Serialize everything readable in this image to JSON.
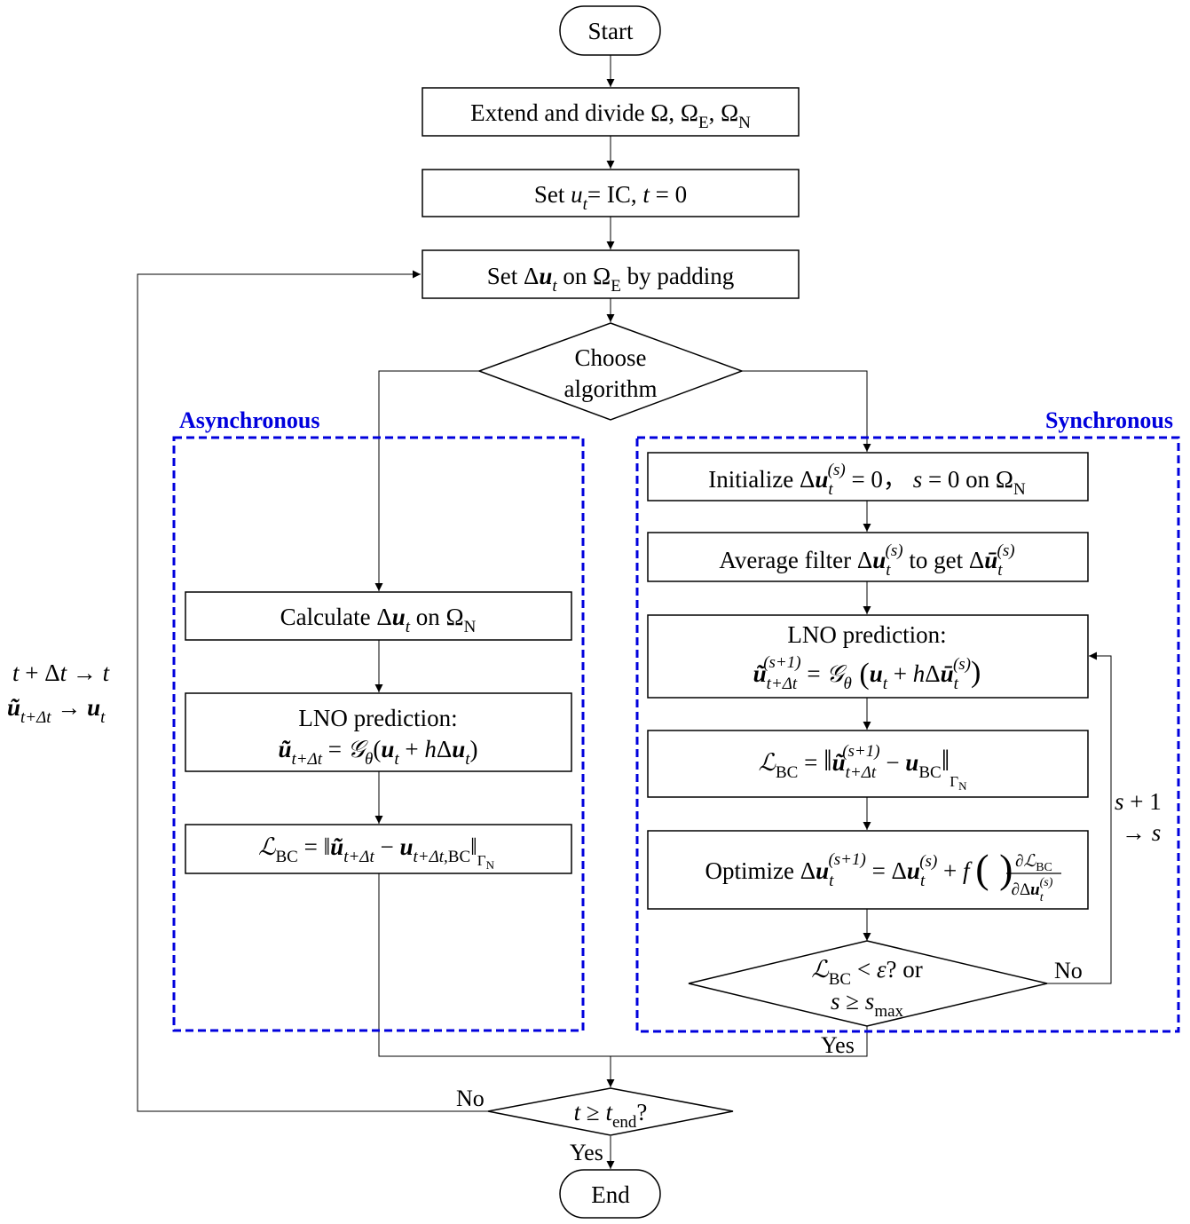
{
  "nodes": {
    "start": "Start",
    "extend": "Extend and divide Ω, ΩE, ΩN",
    "set_ic": "Set ut= IC, t = 0",
    "set_padding": "Set Δut on ΩE by padding",
    "choose_line1": "Choose",
    "choose_line2": "algorithm",
    "async_calc": "Calculate Δut on ΩN",
    "async_lno_title": "LNO prediction:",
    "async_lno_formula": "ũt+Δt = 𝒢θ(ut + hΔut)",
    "async_loss": "ℒBC = ‖ũt+Δt − ut+Δt,BC‖ΓN",
    "sync_init": "Initialize Δut(s) = 0， s = 0 on ΩN",
    "sync_filter": "Average filter Δut(s) to get Δūt(s)",
    "sync_lno_title": "LNO prediction:",
    "sync_lno_formula": "ũt+Δt(s+1) = 𝒢θ(ut + hΔūt(s))",
    "sync_loss": "ℒBC = ‖ũt+Δt(s+1) − uBC‖ΓN",
    "sync_optimize": "Optimize Δut(s+1) = Δut(s) + f(∂ℒBC/∂Δut(s))",
    "sync_check_line1": "ℒBC < ε? or",
    "sync_check_line2": "s ≥ smax",
    "time_check": "t ≥ tend?",
    "end": "End"
  },
  "regions": {
    "async": "Asynchronous",
    "sync": "Synchronous"
  },
  "labels": {
    "sync_no": "No",
    "sync_yes": "Yes",
    "time_no": "No",
    "time_yes": "Yes",
    "iter_line1": "s + 1",
    "iter_line2": "→ s",
    "update_line1": "t + Δt → t",
    "update_line2": "ũt+Δt → ut"
  },
  "colors": {
    "region_border": "#0000dd",
    "region_title": "#0000dd"
  }
}
